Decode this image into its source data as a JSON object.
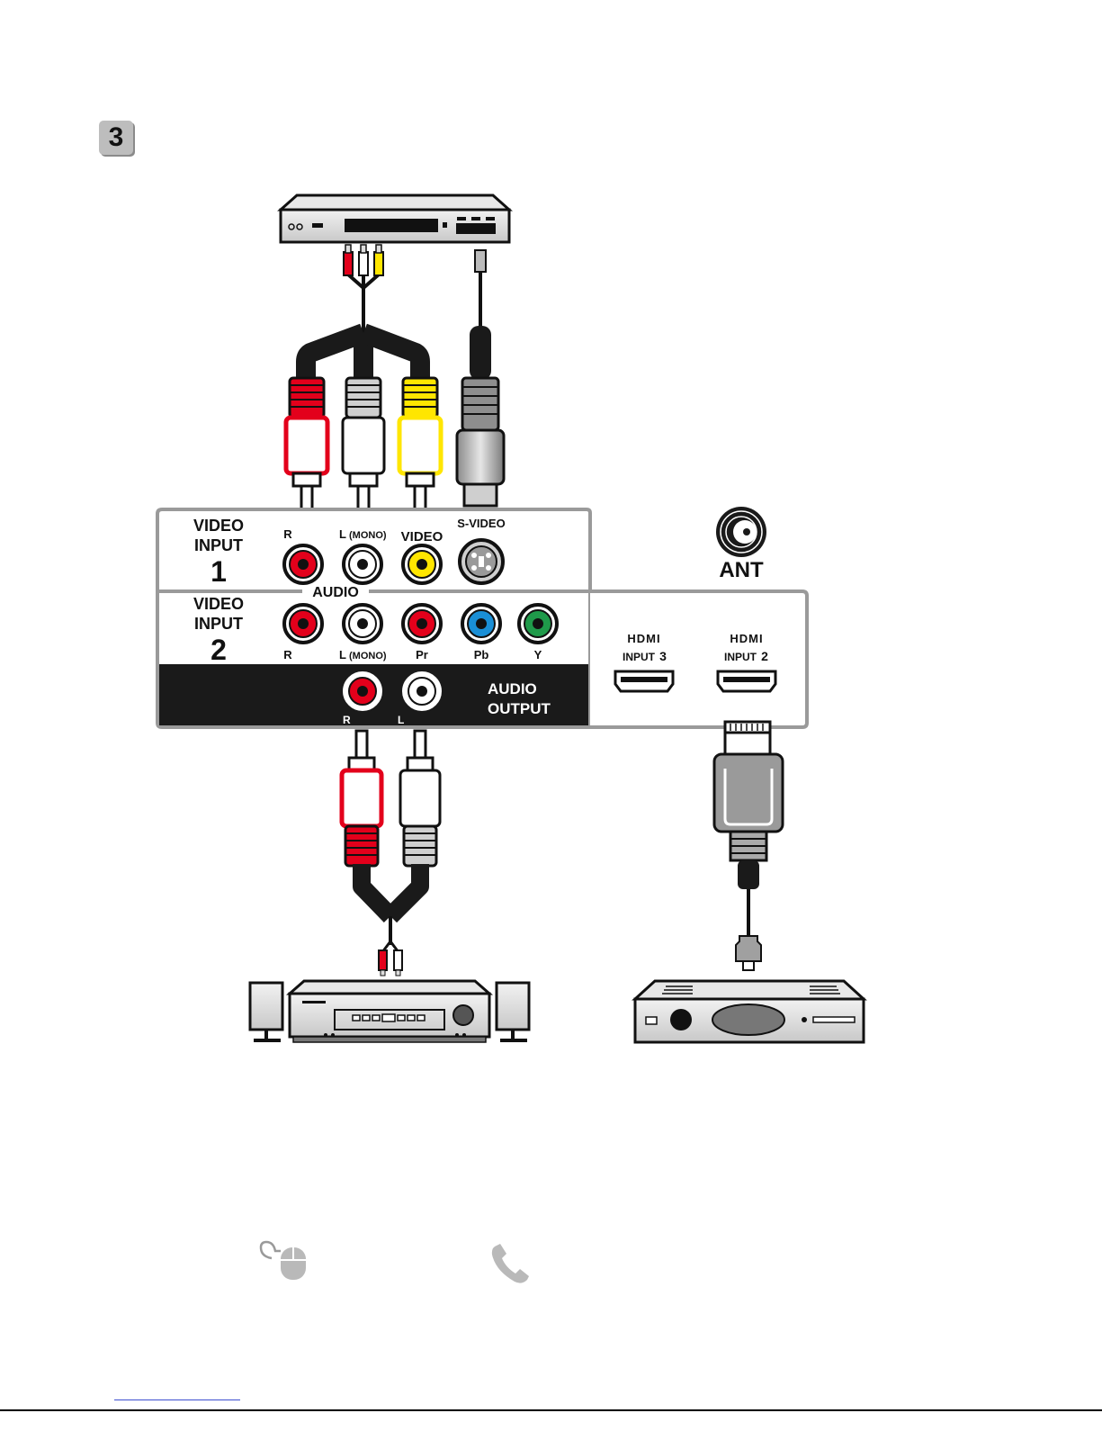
{
  "step": {
    "number": "3"
  },
  "panel": {
    "video_input_1": {
      "line1": "VIDEO",
      "line2": "INPUT",
      "number": "1"
    },
    "video_input_2": {
      "line1": "VIDEO",
      "line2": "INPUT",
      "number": "2"
    },
    "input1_jacks": {
      "r": "R",
      "l": "L",
      "mono": "(MONO)",
      "video": "VIDEO",
      "svideo": "S-VIDEO"
    },
    "audio_label": "AUDIO",
    "input2_jacks": {
      "r": "R",
      "l": "L",
      "mono": "(MONO)",
      "pr": "Pr",
      "pb": "Pb",
      "y": "Y"
    },
    "audio_output": {
      "line1": "AUDIO",
      "line2": "OUTPUT",
      "r": "R",
      "l": "L"
    },
    "antenna": "ANT",
    "hdmi3": {
      "logo": "HDMI",
      "label": "INPUT",
      "number": "3"
    },
    "hdmi2": {
      "logo": "HDMI",
      "label": "INPUT",
      "number": "2"
    }
  },
  "colors": {
    "red": "#e3001b",
    "white": "#ffffff",
    "yellow": "#ffe600",
    "blue": "#1a8fd6",
    "green": "#1f9a4a",
    "black": "#1a1a1a",
    "gray": "#9a9a9a"
  },
  "icons": [
    "dvd-player-icon",
    "audio-receiver-icon",
    "speaker-icon",
    "set-top-box-icon",
    "mouse-icon",
    "phone-icon"
  ]
}
